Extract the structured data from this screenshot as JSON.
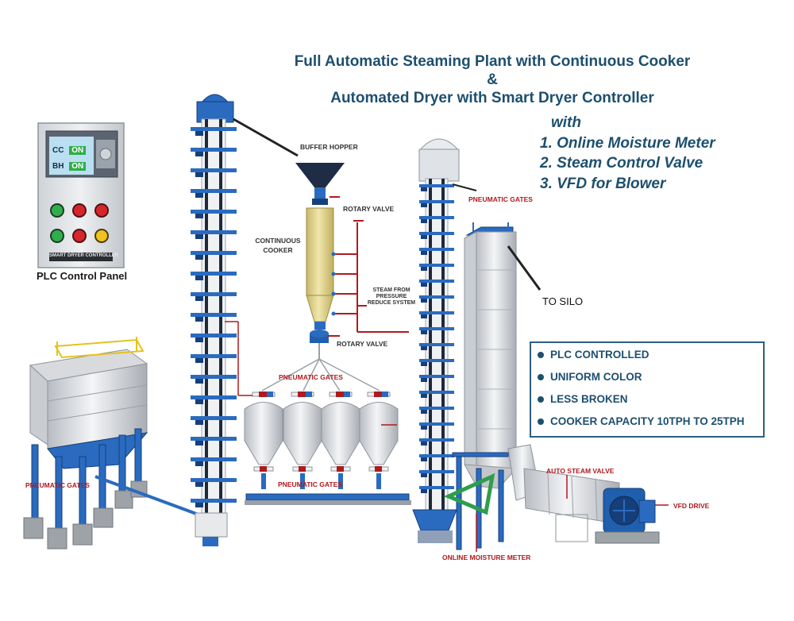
{
  "title": {
    "line1": "Full Automatic Steaming Plant with Continuous Cooker",
    "line2": "&",
    "line3": "Automated Dryer with Smart Dryer Controller"
  },
  "features": {
    "intro": "with",
    "items": [
      "1. Online Moisture Meter",
      "2. Steam Control Valve",
      "3. VFD for Blower"
    ]
  },
  "plc_panel": {
    "caption": "PLC Control Panel",
    "nameplate": "SMART DRYER CONTROLLER",
    "screen_rows": [
      {
        "code": "CC",
        "state": "ON"
      },
      {
        "code": "BH",
        "state": "ON"
      }
    ]
  },
  "labels": {
    "buffer_hopper": "BUFFER HOPPER",
    "rotary_valve_top": "ROTARY VALVE",
    "continuous_cooker_1": "CONTINUOUS",
    "continuous_cooker_2": "COOKER",
    "steam_1": "STEAM FROM",
    "steam_2": "PRESSURE",
    "steam_3": "REDUCE SYSTEM",
    "rotary_valve_bottom": "ROTARY VALVE",
    "pneumatic_gates_cooker_top": "PNEUMATIC  GATES",
    "pneumatic_gates_cooker_bottom": "PNEUMATIC  GATES",
    "pneumatic_gates_dryer": "PNEUMATIC GATES",
    "pneumatic_gates_left": "PNEUMATIC   GATES",
    "to_silo": "TO SILO",
    "auto_steam_valve": "AUTO STEAM VALVE",
    "vfd_drive": "VFD DRIVE",
    "online_moisture_meter": "ONLINE MOISTURE METER"
  },
  "benefits": [
    "PLC CONTROLLED",
    "UNIFORM COLOR",
    "LESS BROKEN",
    "COOKER CAPACITY 10TPH TO 25TPH"
  ],
  "colors": {
    "title": "#1d4f6e",
    "red_label": "#b0191e",
    "steel_blue": "#1f5fae",
    "dark_blue": "#173f7a",
    "cooker_yellow": "#e3d58c",
    "green_meter": "#2e9e4a"
  }
}
